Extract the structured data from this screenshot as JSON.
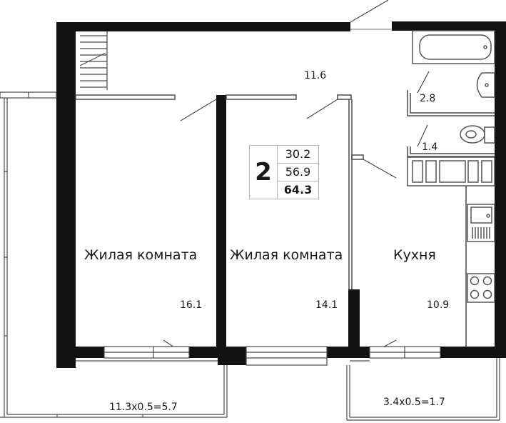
{
  "apartment": {
    "rooms_count": "2",
    "living_area": "30.2",
    "total_area": "56.9",
    "total_area_with_balconies": "64.3"
  },
  "rooms": [
    {
      "name": "Жилая комната",
      "area": "16.1"
    },
    {
      "name": "Жилая комната",
      "area": "14.1"
    },
    {
      "name": "Кухня",
      "area": "10.9"
    }
  ],
  "hall": {
    "area": "11.6"
  },
  "bathroom": {
    "area": "2.8"
  },
  "toilet": {
    "area": "1.4"
  },
  "balconies": [
    {
      "formula": "11.3x0.5=5.7"
    },
    {
      "formula": "3.4x0.5=1.7"
    }
  ],
  "colors": {
    "wall": "#111111",
    "line": "#4a4a4a",
    "text": "#1a1a1a",
    "fixture": "#555555"
  }
}
